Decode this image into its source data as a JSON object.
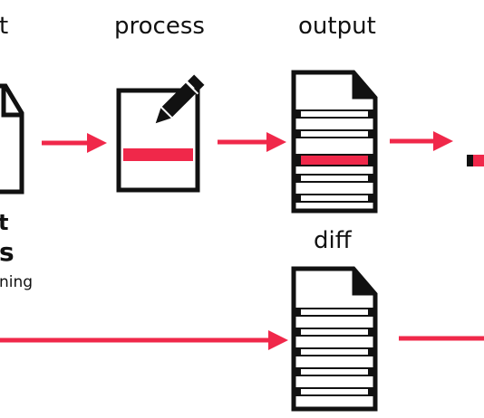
{
  "labels": {
    "input_fragment": "t",
    "process": "process",
    "output": "output",
    "diff": "diff",
    "bold_fragment_1": "t",
    "bold_fragment_2": "s",
    "small_fragment": "ning"
  },
  "colors": {
    "accent": "#f0284a",
    "stroke": "#111111",
    "background": "#ffffff"
  },
  "icons": {
    "input_doc": "document-icon",
    "process_doc": "pencil-edit-icon",
    "output_doc": "lined-document-icon",
    "diff_doc": "lined-document-icon"
  }
}
